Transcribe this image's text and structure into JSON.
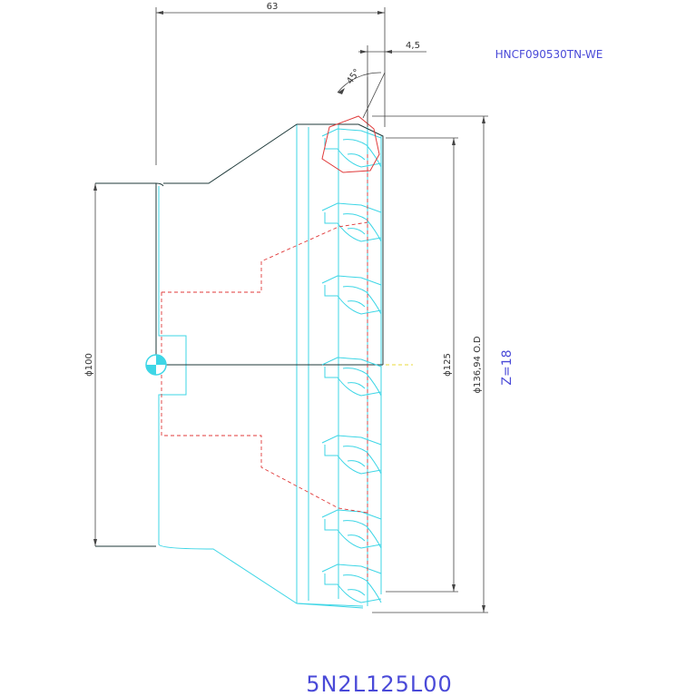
{
  "drawing": {
    "insert_code": "HNCF090530TN-WE",
    "part_number": "5N2L125L00",
    "teeth_label": "Z=18",
    "dimensions": {
      "length_63": "63",
      "offset_4_5": "4,5",
      "angle_45": "45°",
      "dia_100": "ϕ100",
      "dia_125": "ϕ125",
      "dia_od": "ϕ136,94 O.D"
    }
  },
  "colors": {
    "outline": "#3ed6e6",
    "body_edge": "#1f3a3a",
    "hidden_line": "#e03a3a",
    "highlight": "#e03a3a",
    "label_blue": "#4a4ad8",
    "center_line": "#e8d83a"
  }
}
